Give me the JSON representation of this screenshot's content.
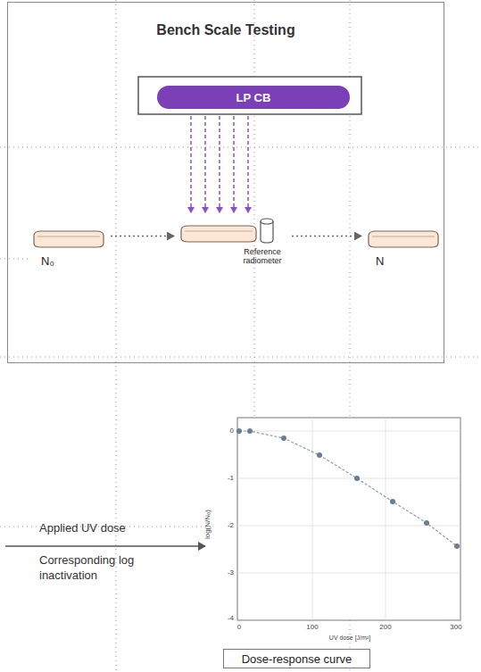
{
  "diagram": {
    "nodes": [
      {
        "text": [
          "Bench Scale Testing"
        ]
      },
      {
        "text": [
          "LP CB"
        ],
        "in": 0
      },
      {
        "text": [
          "N₀"
        ],
        "in": 0
      },
      {
        "text": [
          "Reference radiometer"
        ],
        "in": 0
      },
      {
        "text": [
          "N"
        ],
        "in": 0
      },
      {
        "text": [
          "Dose-response curve"
        ]
      }
    ],
    "edges": [
      {
        "from": 2,
        "to": 3,
        "arrow": "to"
      },
      {
        "from": 3,
        "to": 4,
        "arrow": "to"
      }
    ],
    "labels": [
      "Applied UV dose",
      "Corresponding log inactivation",
      "log(N/N₀)",
      "UV dose [J/m²]",
      "0",
      "-1",
      "-2",
      "-3",
      "-4",
      "0",
      "100",
      "200",
      "300"
    ]
  }
}
